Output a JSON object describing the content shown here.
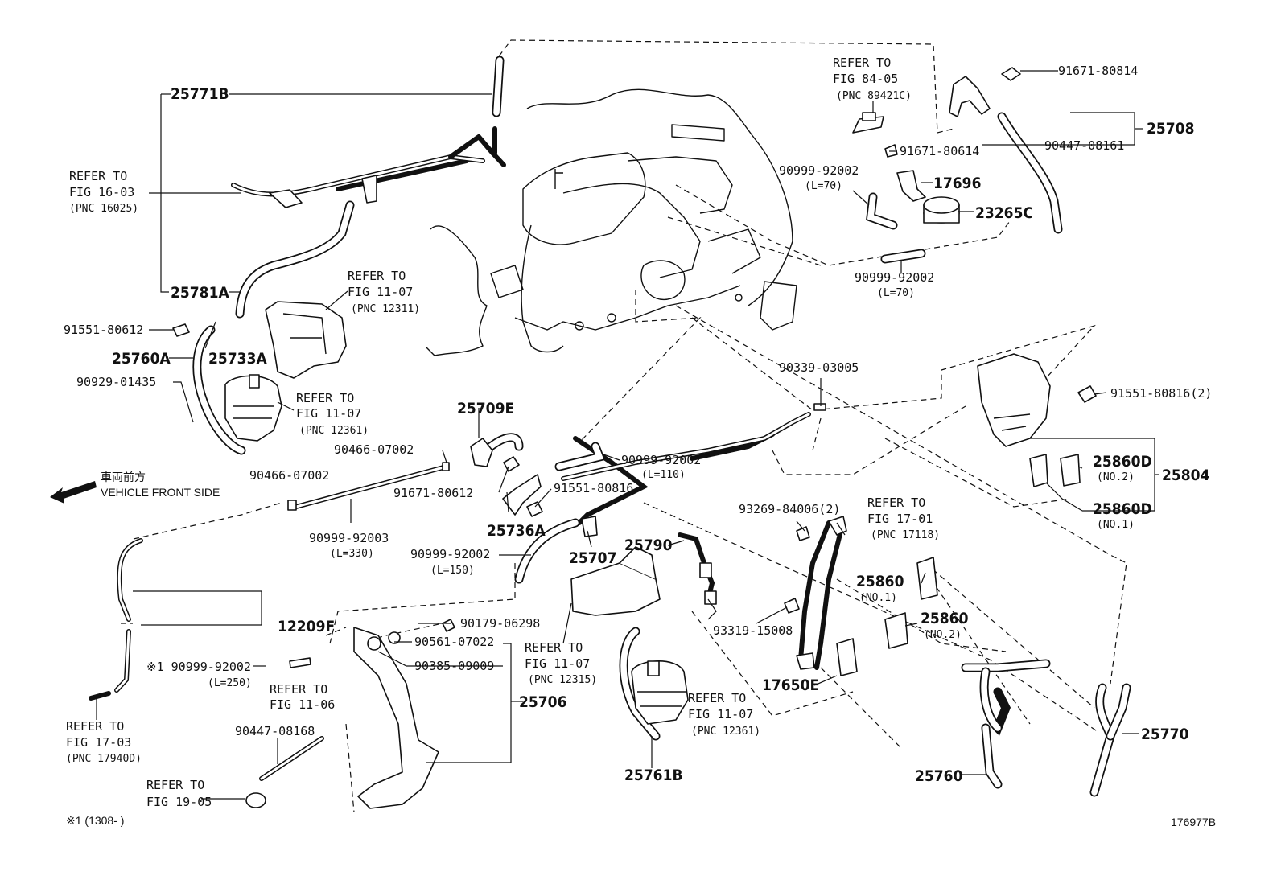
{
  "labels": {
    "l25771B": "25771B",
    "l25781A": "25781A",
    "l25760A": "25760A",
    "l25733A": "25733A",
    "l91551_80612": "91551-80612",
    "l90929_01435": "90929-01435",
    "l25709E": "25709E",
    "l90466_a": "90466-07002",
    "l90466_b": "90466-07002",
    "l91671_80612": "91671-80612",
    "l91551_80816": "91551-80816",
    "l25736A": "25736A",
    "l90999_92003": "90999-92003",
    "l_L330": "(L=330)",
    "l90999_92002_110": "90999-92002",
    "l_L110": "(L=110)",
    "l90999_92002_150": "90999-92002",
    "l_L150": "(L=150)",
    "l25707": "25707",
    "l25790": "25790",
    "l12209F": "12209F",
    "l90999_92002_250": "※1 90999-92002",
    "l_L250": "(L=250)",
    "l90179": "90179-06298",
    "l90561": "90561-07022",
    "l90385": "90385-09009",
    "l25706": "25706",
    "l90447_08168": "90447-08168",
    "l25761B": "25761B",
    "l93319": "93319-15008",
    "l17650E": "17650E",
    "l93269": "93269-84006(2)",
    "l25860_1": "25860",
    "l25860_1n": "(NO.1)",
    "l25860_2": "25860",
    "l25860_2n": "(NO.2)",
    "l25760": "25760",
    "l25770": "25770",
    "l90339": "90339-03005",
    "l91551_80816_2": "91551-80816(2)",
    "l25860D_2": "25860D",
    "l25860D_2n": "(NO.2)",
    "l25860D_1": "25860D",
    "l25860D_1n": "(NO.1)",
    "l25804": "25804",
    "l91671_80814": "91671-80814",
    "l25708": "25708",
    "l90447_08161": "90447-08161",
    "l91671_80614": "91671-80614",
    "l90999_92002_70a": "90999-92002",
    "l_L70a": "(L=70)",
    "l17696": "17696",
    "l23265C": "23265C",
    "l90999_92002_70b": "90999-92002",
    "l_L70b": "(L=70)",
    "l_footnote": "※1 (1308-      )",
    "l_figid": "176977B",
    "l_front_jp": "車両前方",
    "l_front_en": "VEHICLE FRONT SIDE"
  },
  "refs": {
    "fig16_03": {
      "a": "REFER TO",
      "b": "FIG 16-03",
      "c": "(PNC 16025)"
    },
    "fig11_07_12311": {
      "a": "REFER TO",
      "b": "FIG 11-07",
      "c": "(PNC 12311)"
    },
    "fig11_07_12361a": {
      "a": "REFER TO",
      "b": "FIG 11-07",
      "c": "(PNC 12361)"
    },
    "fig84_05": {
      "a": "REFER TO",
      "b": "FIG 84-05",
      "c": "(PNC 89421C)"
    },
    "fig17_01": {
      "a": "REFER TO",
      "b": "FIG 17-01",
      "c": "(PNC 17118)"
    },
    "fig11_07_12315": {
      "a": "REFER TO",
      "b": "FIG 11-07",
      "c": "(PNC 12315)"
    },
    "fig11_07_12361b": {
      "a": "REFER TO",
      "b": "FIG 11-07",
      "c": "(PNC 12361)"
    },
    "fig11_06": {
      "a": "REFER TO",
      "b": "FIG 11-06"
    },
    "fig17_03": {
      "a": "REFER TO",
      "b": "FIG 17-03",
      "c": "(PNC 17940D)"
    },
    "fig19_05": {
      "a": "REFER TO",
      "b": "FIG 19-05"
    }
  }
}
